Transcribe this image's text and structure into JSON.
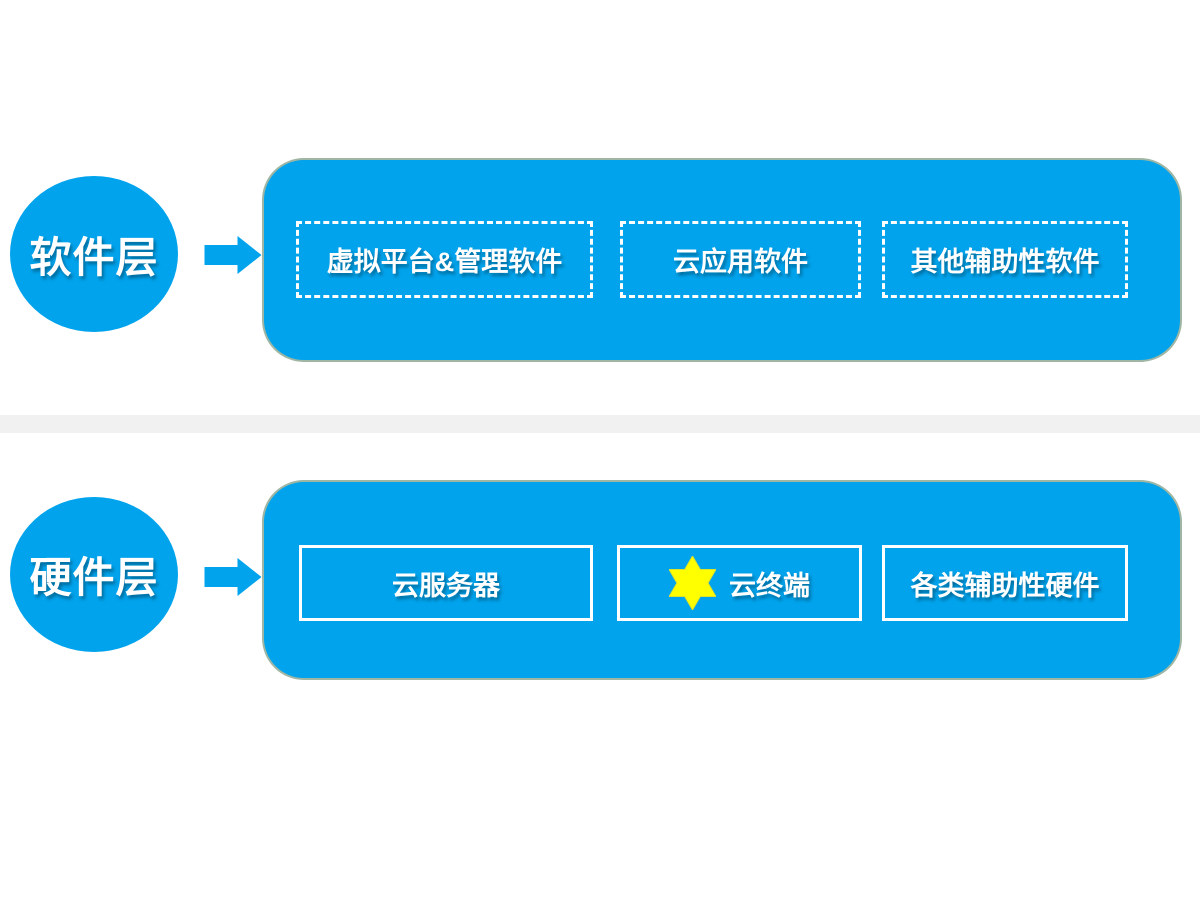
{
  "colors": {
    "accent_blue": "#00a3ec",
    "star_yellow": "#ffff00",
    "star_outline": "#dde22a",
    "separator_gray": "#f1f1f1",
    "panel_border": "#9fb6a4",
    "text_white": "#ffffff"
  },
  "layers": [
    {
      "id": "software",
      "label": "软件层",
      "box_style": "dashed",
      "items": [
        {
          "label": "虚拟平台&管理软件"
        },
        {
          "label": "云应用软件"
        },
        {
          "label": "其他辅助性软件"
        }
      ]
    },
    {
      "id": "hardware",
      "label": "硬件层",
      "box_style": "solid",
      "items": [
        {
          "label": "云服务器"
        },
        {
          "label": "云终端",
          "icon": "six-pointed-star"
        },
        {
          "label": "各类辅助性硬件"
        }
      ]
    }
  ]
}
